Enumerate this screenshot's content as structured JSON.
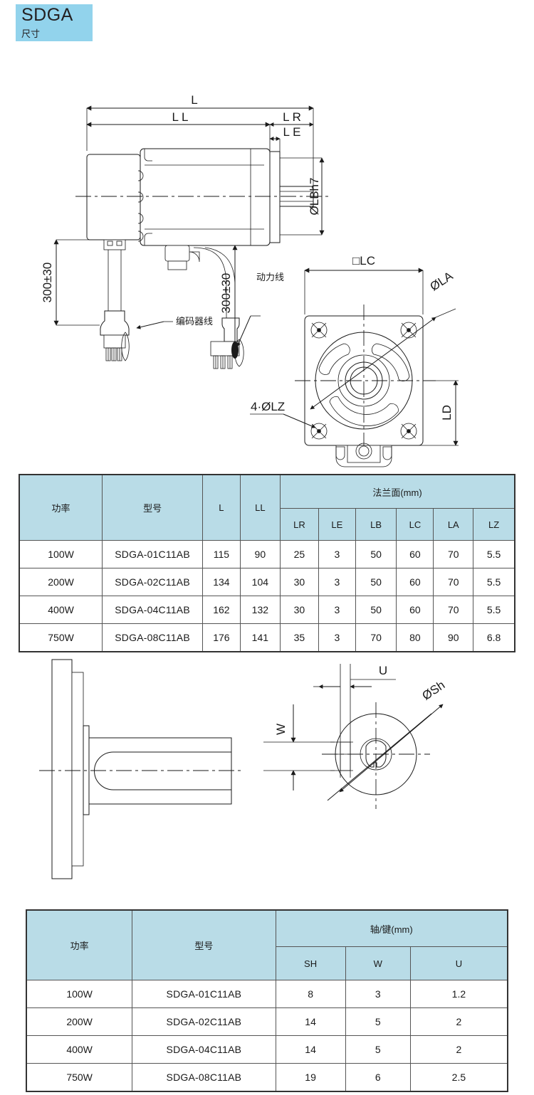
{
  "header": {
    "title": "SDGA",
    "subtitle": "尺寸"
  },
  "drawing_top": {
    "dim_L": "L",
    "dim_LL": "L L",
    "dim_LR": "L R",
    "dim_LE": "L E",
    "dim_LBh7": "ØLBh7",
    "cable_len_left": "300±30",
    "cable_len_right": "300±30",
    "label_encoder": "编码器线",
    "label_power": "动力线",
    "dim_LC": "□LC",
    "dim_LA": "ØLA",
    "dim_LD": "LD",
    "dim_LZ": "4·ØLZ"
  },
  "drawing_mid": {
    "dim_U": "U",
    "dim_W": "W",
    "dim_Sh": "ØSh"
  },
  "table_flange": {
    "group_header": "法兰面(mm)",
    "headers": [
      "功率",
      "型号",
      "L",
      "LL"
    ],
    "sub_headers": [
      "LR",
      "LE",
      "LB",
      "LC",
      "LA",
      "LZ"
    ],
    "rows": [
      {
        "power": "100W",
        "model": "SDGA-01C11AB",
        "L": "115",
        "LL": "90",
        "LR": "25",
        "LE": "3",
        "LB": "50",
        "LC": "60",
        "LA": "70",
        "LZ": "5.5"
      },
      {
        "power": "200W",
        "model": "SDGA-02C11AB",
        "L": "134",
        "LL": "104",
        "LR": "30",
        "LE": "3",
        "LB": "50",
        "LC": "60",
        "LA": "70",
        "LZ": "5.5"
      },
      {
        "power": "400W",
        "model": "SDGA-04C11AB",
        "L": "162",
        "LL": "132",
        "LR": "30",
        "LE": "3",
        "LB": "50",
        "LC": "60",
        "LA": "70",
        "LZ": "5.5"
      },
      {
        "power": "750W",
        "model": "SDGA-08C11AB",
        "L": "176",
        "LL": "141",
        "LR": "35",
        "LE": "3",
        "LB": "70",
        "LC": "80",
        "LA": "90",
        "LZ": "6.8"
      }
    ]
  },
  "table_shaft": {
    "group_header": "轴/键(mm)",
    "headers": [
      "功率",
      "型号"
    ],
    "sub_headers": [
      "SH",
      "W",
      "U"
    ],
    "rows": [
      {
        "power": "100W",
        "model": "SDGA-01C11AB",
        "SH": "8",
        "W": "3",
        "U": "1.2"
      },
      {
        "power": "200W",
        "model": "SDGA-02C11AB",
        "SH": "14",
        "W": "5",
        "U": "2"
      },
      {
        "power": "400W",
        "model": "SDGA-04C11AB",
        "SH": "14",
        "W": "5",
        "U": "2"
      },
      {
        "power": "750W",
        "model": "SDGA-08C11AB",
        "SH": "19",
        "W": "6",
        "U": "2.5"
      }
    ]
  },
  "colors": {
    "header_bg": "#92d3ec",
    "table_header_bg": "#b9dce7",
    "line": "#1a1a1a"
  }
}
